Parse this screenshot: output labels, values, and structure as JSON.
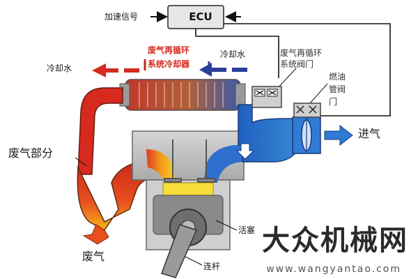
{
  "labels": {
    "accel_signal": "加速信号",
    "ecu": "ECU",
    "cooler_line1": "废气再循环",
    "cooler_line2": "系统冷却器",
    "coolant_left": "冷却水",
    "coolant_right": "冷却水",
    "egr_valve_line1": "废气再循环",
    "egr_valve_line2": "系统阀门",
    "throttle_line1": "燃油",
    "throttle_line2": "管阀",
    "throttle_line3": "门",
    "intake": "进气",
    "exhaust_part": "废气部分",
    "exhaust": "废气",
    "piston": "活塞",
    "rod": "连杆"
  },
  "watermark": {
    "text": "大众机械网",
    "url": "www.wangyantao.com"
  },
  "colors": {
    "hot": "#d62a1e",
    "cold": "#2a4fa8",
    "engine": "#c8c8c8"
  }
}
